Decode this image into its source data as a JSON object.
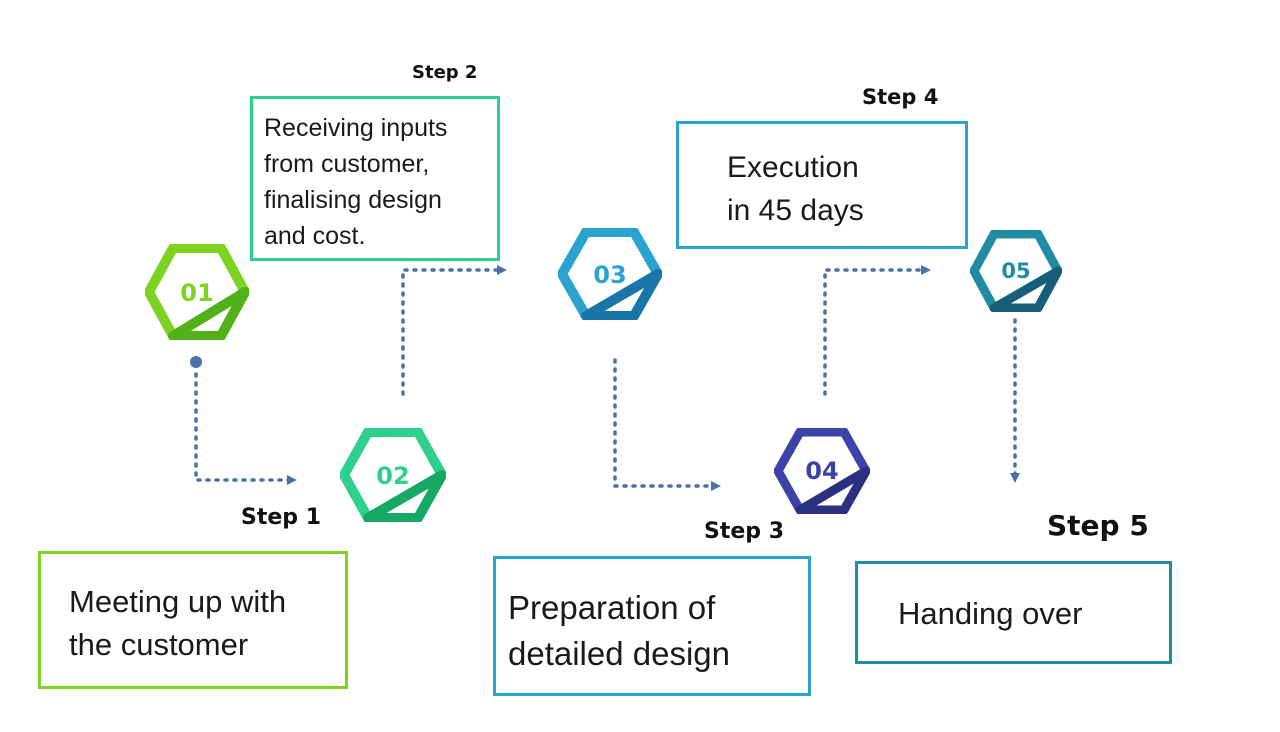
{
  "steps": [
    {
      "number": "01",
      "label": "Step 1",
      "lines": [
        "Meeting up with",
        "the customer"
      ],
      "color": "#7ed321",
      "color_dark": "#52b019"
    },
    {
      "number": "02",
      "label": "Step 2",
      "lines": [
        "Receiving inputs",
        "from customer,",
        "finalising design",
        "and cost."
      ],
      "color": "#2fcf8e",
      "color_dark": "#18a866"
    },
    {
      "number": "03",
      "label": "Step 3",
      "lines": [
        "Preparation of",
        "detailed design"
      ],
      "color": "#2aa3cf",
      "color_dark": "#1a76a8"
    },
    {
      "number": "04",
      "label": "Step 4",
      "lines": [
        "Execution",
        "in 45 days"
      ],
      "color": "#3d42a8",
      "color_dark": "#2c3080"
    },
    {
      "number": "05",
      "label": "Step 5",
      "lines": [
        "Handing over"
      ],
      "color": "#1f8ca3",
      "color_dark": "#175f78"
    }
  ],
  "connector_color": "#4a72a8"
}
